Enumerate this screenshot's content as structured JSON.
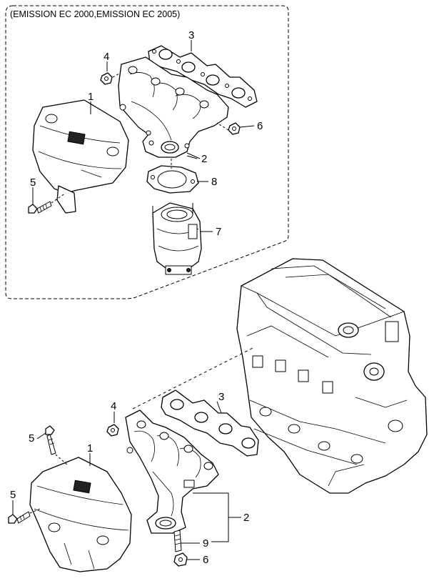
{
  "header": {
    "emission_label": "(EMISSION EC 2000,EMISSION EC 2005)"
  },
  "callouts_upper": {
    "c1": "1",
    "c2": "2",
    "c3": "3",
    "c4": "4",
    "c5": "5",
    "c6": "6",
    "c7": "7",
    "c8": "8"
  },
  "callouts_lower": {
    "c1": "1",
    "c2": "2",
    "c3": "3",
    "c4": "4",
    "c5a": "5",
    "c5b": "5",
    "c6": "6",
    "c9": "9"
  }
}
